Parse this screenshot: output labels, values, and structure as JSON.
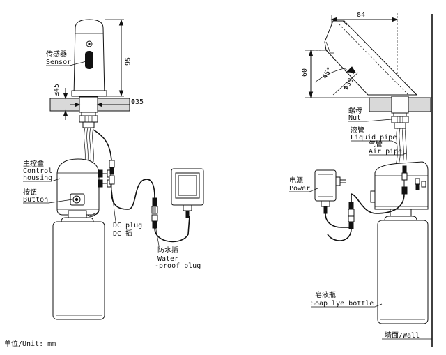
{
  "left": {
    "sensor_cn": "传感器",
    "sensor_en": "Sensor",
    "dim_95": "95",
    "dim_le45": "≤45",
    "dim_phi35": "Φ35",
    "control_cn": "主控盒",
    "control_en1": "Control",
    "control_en2": "housing",
    "button_cn": "按钮",
    "button_en": "Button",
    "dcplug_en": "DC plug",
    "dcplug_cn": "DC 插",
    "water_cn": "防水插",
    "water_en1": "Water",
    "water_en2": "-proof plug"
  },
  "right": {
    "dim_84": "84",
    "dim_60": "60",
    "dim_45deg": "45°",
    "dim_phi30": "Φ30",
    "nut_cn": "螺母",
    "nut_en": "Nut",
    "liquid_cn": "液管",
    "liquid_en": "Liquid pipe",
    "air_cn": "气管",
    "air_en": "Air pipe",
    "power_cn": "电源",
    "power_en": "Power",
    "bottle_cn": "皂液瓶",
    "bottle_en": "Soap lye bottle",
    "wall_label": "墙面/Wall"
  },
  "unit_label": "单位/Unit: mm"
}
